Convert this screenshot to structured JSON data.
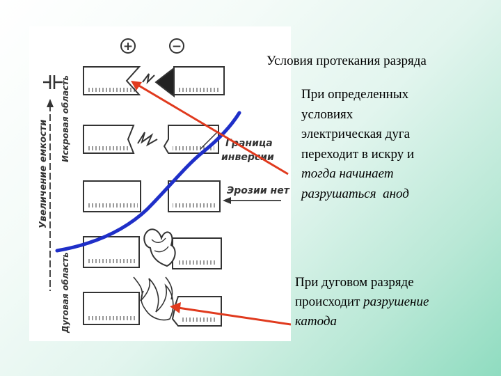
{
  "slide": {
    "title": "Условия протекания разряда",
    "note1": {
      "l1": "При определенных",
      "l2": "условиях",
      "l3": "электрическая дуга",
      "l4": "переходит в искру и",
      "l5": "тогда начинает",
      "l6a": "разрушаться",
      "l6b": "анод"
    },
    "note2": {
      "l1": "При дуговом разряде",
      "l2a": "происходит",
      "l2b": "разрушение",
      "l3": "катода"
    }
  },
  "figure": {
    "plus": "+",
    "minus": "−",
    "left_axis": "Увеличение емкости",
    "spark_region": "Искровая область",
    "arc_region": "Дуговая область",
    "boundary_1": "Граница",
    "boundary_2": "инверсии",
    "no_erosion": "Эрозии нет"
  },
  "colors": {
    "arrow": "#e03a1e",
    "curve": "#1f2fc8",
    "ink": "#2a2a2a"
  }
}
